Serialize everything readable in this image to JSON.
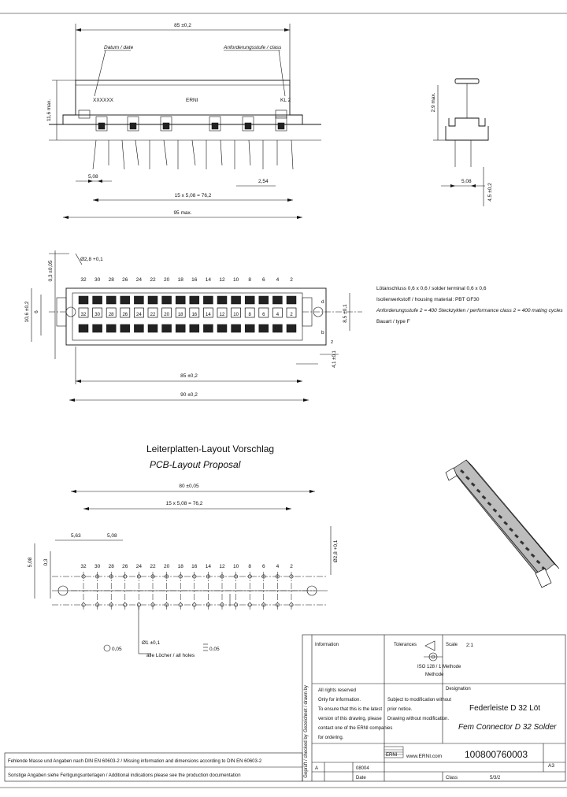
{
  "front_view": {
    "dim_top": "85 ±0,2",
    "label_datum": "Datum / date",
    "label_class": "Anforderungsstufe / class",
    "body_code": "XXXXXX",
    "body_brand": "ERNI",
    "body_class": "KL 2",
    "dim_height": "11,6 max.",
    "dim_pitch": "5,08",
    "dim_pitch_right": "2,54",
    "dim_row": "15 x 5,08 = 76,2",
    "dim_overall": "95 max."
  },
  "side_view": {
    "dim_height": "2,9 max.",
    "dim_pitch": "5,08",
    "dim_tail": "4,5 ±0,2"
  },
  "top_view": {
    "dim_hole": "Ø2,8 +0,1",
    "dim_left_a": "0,3 ±0,05",
    "dim_left_b": "10,6 ±0,2",
    "dim_left_c": "6",
    "pin_numbers_top": [
      "32",
      "30",
      "28",
      "26",
      "24",
      "22",
      "20",
      "18",
      "16",
      "14",
      "12",
      "10",
      "8",
      "6",
      "4",
      "2"
    ],
    "row_letter_d": "d",
    "row_letter_b": "b",
    "row_letter_z": "z",
    "dim_right": "8,5 ±0,1",
    "dim_right_small": "4,1 ±0,1",
    "dim_85": "85 ±0,2",
    "dim_90": "90 ±0,2"
  },
  "notes": {
    "line1": "Lötanschluss 0,6 x 0,6 / solder terminal 0,6 x 0,6",
    "line2": "Isolierwerkstoff / housing material: PBT GF30",
    "line3": "Anforderungsstufe 2 = 400 Steckzyklen / performance class 2 = 400 mating cycles",
    "line4": "Bauart / type F"
  },
  "pcb_layout": {
    "title_de": "Leiterplatten-Layout Vorschlag",
    "title_en": "PCB-Layout Proposal",
    "dim_80": "80 ±0,05",
    "dim_row": "15 x 5,08 = 76,2",
    "dim_563": "5,63",
    "dim_508": "5,08",
    "dim_vert_a": "5,08",
    "dim_vert_b": "0,3",
    "dim_hole_right": "Ø2,8 +0,1",
    "pin_numbers": [
      "32",
      "30",
      "28",
      "26",
      "24",
      "22",
      "20",
      "18",
      "16",
      "14",
      "12",
      "10",
      "8",
      "6",
      "4",
      "2"
    ],
    "dim_hole_small": "Ø1 ±0,1",
    "dim_tol_left": "0,05",
    "holes_note": "alle Löcher / all holes",
    "dim_tol_right": "0,05"
  },
  "title_block": {
    "information": "Information",
    "tolerances": "Tolerances",
    "scale_label": "Scale",
    "scale_value": "2:1",
    "projection": "ISO 128 / 1 Methode",
    "projection_b": "Methode",
    "designation": "Designation",
    "rights_1": "All rights reserved",
    "rights_2": "Only for information.",
    "rights_3": "To ensure that this is the latest",
    "rights_4": "version of this drawing, please",
    "rights_5": "contact one of the ERNI companies",
    "rights_6": "for ordering.",
    "subject_1": "Subject to modification without",
    "subject_2": "prior notice.",
    "subject_3": "Drawing without modification.",
    "product_de": "Federleiste D 32 Löt",
    "product_en": "Fem Connector D 32 Solder",
    "company_url": "www.ERNI.com",
    "part_number": "100800760003",
    "sheet_code": "A3",
    "rev_row_a": "A",
    "rev_row_code": "08004",
    "date_label": "Date",
    "class_label": "Class",
    "class_value": "5/3/2",
    "logo_text": "ERNI",
    "side_vertical_1": "Gezeichnet / drawn by",
    "side_vertical_2": "Geprüft / checked by"
  },
  "footer": {
    "line1": "Fehlende Masse und Angaben nach DIN EN 60603-2 / Missing information and dimensions according to DIN EN 60603-2",
    "line2": "Sonstige Angaben siehe Fertigungsunterlagen / Additional indications please see the production documentation"
  }
}
